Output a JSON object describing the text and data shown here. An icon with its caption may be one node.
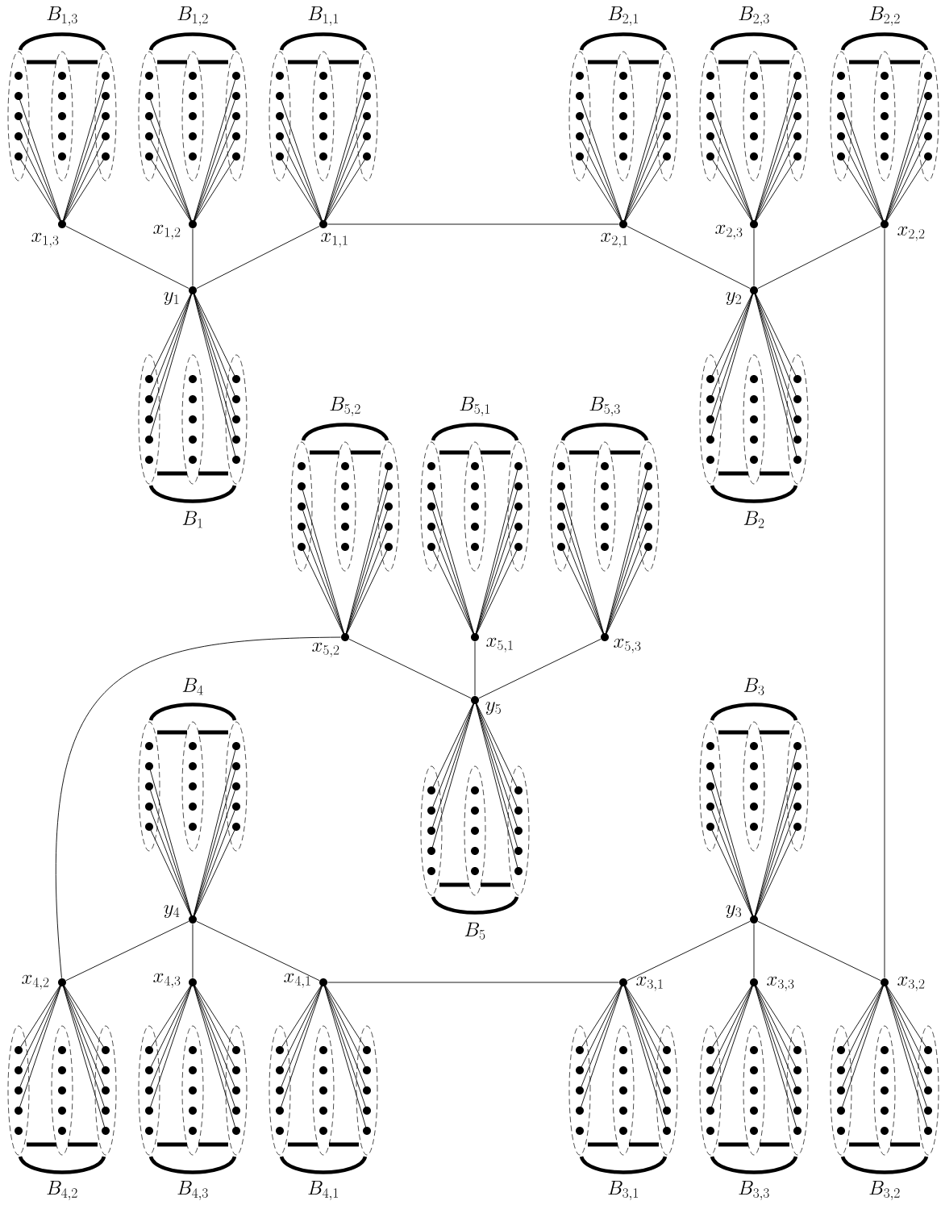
{
  "diagram": {
    "nodes": [
      {
        "text": [
          "B_{1,3}"
        ]
      },
      {
        "text": [
          "B_{1,2}"
        ]
      },
      {
        "text": [
          "B_{1,1}"
        ]
      },
      {
        "text": [
          "B_{2,1}"
        ]
      },
      {
        "text": [
          "B_{2,3}"
        ]
      },
      {
        "text": [
          "B_{2,2}"
        ]
      },
      {
        "text": [
          "x_{1,3}"
        ]
      },
      {
        "text": [
          "x_{1,2}"
        ]
      },
      {
        "text": [
          "x_{1,1}"
        ]
      },
      {
        "text": [
          "x_{2,1}"
        ]
      },
      {
        "text": [
          "x_{2,3}"
        ]
      },
      {
        "text": [
          "x_{2,2}"
        ]
      },
      {
        "text": [
          "y_1"
        ]
      },
      {
        "text": [
          "y_2"
        ]
      },
      {
        "text": [
          "B_1"
        ]
      },
      {
        "text": [
          "B_2"
        ]
      },
      {
        "text": [
          "B_{5,2}"
        ]
      },
      {
        "text": [
          "B_{5,1}"
        ]
      },
      {
        "text": [
          "B_{5,3}"
        ]
      },
      {
        "text": [
          "x_{5,2}"
        ]
      },
      {
        "text": [
          "x_{5,1}"
        ]
      },
      {
        "text": [
          "x_{5,3}"
        ]
      },
      {
        "text": [
          "y_5"
        ]
      },
      {
        "text": [
          "B_4"
        ]
      },
      {
        "text": [
          "B_3"
        ]
      },
      {
        "text": [
          "B_5"
        ]
      },
      {
        "text": [
          "y_4"
        ]
      },
      {
        "text": [
          "y_3"
        ]
      },
      {
        "text": [
          "x_{4,2}"
        ]
      },
      {
        "text": [
          "x_{4,3}"
        ]
      },
      {
        "text": [
          "x_{4,1}"
        ]
      },
      {
        "text": [
          "x_{3,1}"
        ]
      },
      {
        "text": [
          "x_{3,3}"
        ]
      },
      {
        "text": [
          "x_{3,2}"
        ]
      },
      {
        "text": [
          "B_{4,2}"
        ]
      },
      {
        "text": [
          "B_{4,3}"
        ]
      },
      {
        "text": [
          "B_{4,1}"
        ]
      },
      {
        "text": [
          "B_{3,1}"
        ]
      },
      {
        "text": [
          "B_{3,3}"
        ]
      },
      {
        "text": [
          "B_{3,2}"
        ]
      }
    ],
    "edges": [
      {
        "from": 6,
        "to": 0,
        "arrow": "none"
      },
      {
        "from": 7,
        "to": 1,
        "arrow": "none"
      },
      {
        "from": 8,
        "to": 2,
        "arrow": "none"
      },
      {
        "from": 9,
        "to": 3,
        "arrow": "none"
      },
      {
        "from": 10,
        "to": 4,
        "arrow": "none"
      },
      {
        "from": 11,
        "to": 5,
        "arrow": "none"
      },
      {
        "from": 12,
        "to": 14,
        "arrow": "none"
      },
      {
        "from": 13,
        "to": 15,
        "arrow": "none"
      },
      {
        "from": 19,
        "to": 16,
        "arrow": "none"
      },
      {
        "from": 20,
        "to": 17,
        "arrow": "none"
      },
      {
        "from": 21,
        "to": 18,
        "arrow": "none"
      },
      {
        "from": 22,
        "to": 25,
        "arrow": "none"
      },
      {
        "from": 26,
        "to": 23,
        "arrow": "none"
      },
      {
        "from": 27,
        "to": 24,
        "arrow": "none"
      },
      {
        "from": 28,
        "to": 34,
        "arrow": "none"
      },
      {
        "from": 29,
        "to": 35,
        "arrow": "none"
      },
      {
        "from": 30,
        "to": 36,
        "arrow": "none"
      },
      {
        "from": 31,
        "to": 37,
        "arrow": "none"
      },
      {
        "from": 32,
        "to": 38,
        "arrow": "none"
      },
      {
        "from": 33,
        "to": 39,
        "arrow": "none"
      },
      {
        "from": 6,
        "to": 12,
        "arrow": "none"
      },
      {
        "from": 7,
        "to": 12,
        "arrow": "none"
      },
      {
        "from": 8,
        "to": 12,
        "arrow": "none"
      },
      {
        "from": 8,
        "to": 9,
        "arrow": "none"
      },
      {
        "from": 9,
        "to": 13,
        "arrow": "none"
      },
      {
        "from": 10,
        "to": 13,
        "arrow": "none"
      },
      {
        "from": 11,
        "to": 13,
        "arrow": "none"
      },
      {
        "from": 11,
        "to": 33,
        "arrow": "none"
      },
      {
        "from": 19,
        "to": 22,
        "arrow": "none"
      },
      {
        "from": 20,
        "to": 22,
        "arrow": "none"
      },
      {
        "from": 21,
        "to": 22,
        "arrow": "none"
      },
      {
        "from": 19,
        "to": 28,
        "arrow": "none"
      },
      {
        "from": 26,
        "to": 28,
        "arrow": "none"
      },
      {
        "from": 26,
        "to": 29,
        "arrow": "none"
      },
      {
        "from": 26,
        "to": 30,
        "arrow": "none"
      },
      {
        "from": 30,
        "to": 31,
        "arrow": "none"
      },
      {
        "from": 27,
        "to": 31,
        "arrow": "none"
      },
      {
        "from": 27,
        "to": 32,
        "arrow": "none"
      },
      {
        "from": 27,
        "to": 33,
        "arrow": "none"
      }
    ]
  }
}
